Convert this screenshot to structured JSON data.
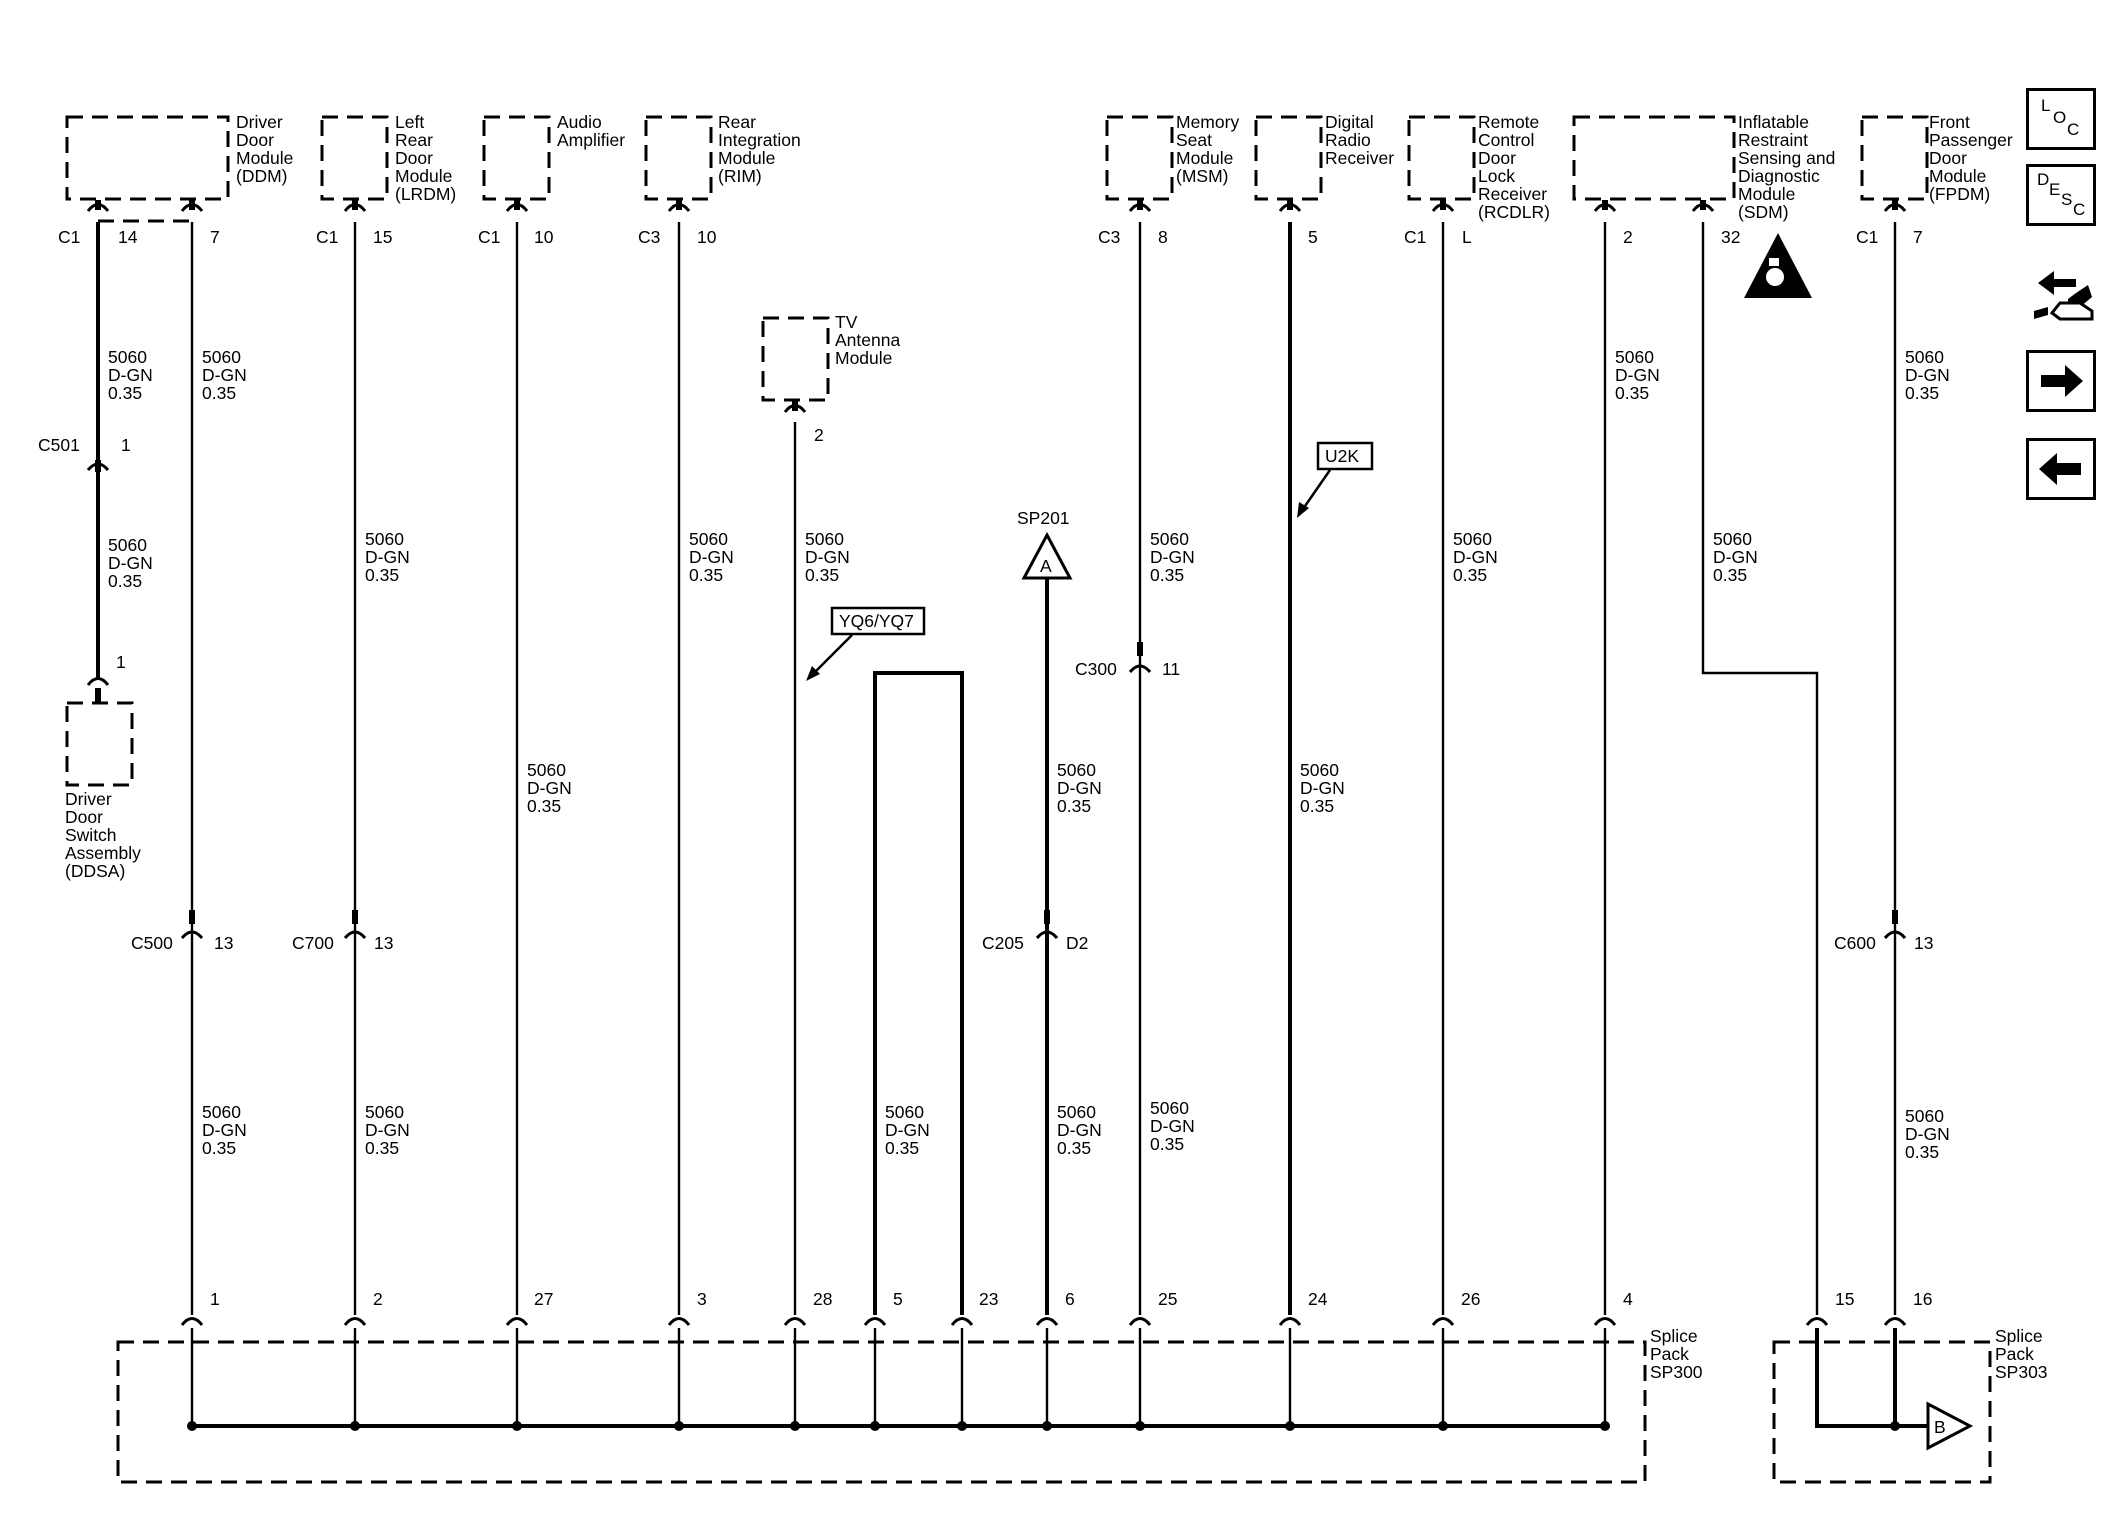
{
  "components": {
    "ddm": [
      "Driver",
      "Door",
      "Module",
      "(DDM)"
    ],
    "lrdm": [
      "Left",
      "Rear",
      "Door",
      "Module",
      "(LRDM)"
    ],
    "audio": [
      "Audio",
      "Amplifier"
    ],
    "rim": [
      "Rear",
      "Integration",
      "Module",
      "(RIM)"
    ],
    "tv": [
      "TV",
      "Antenna",
      "Module"
    ],
    "msm": [
      "Memory",
      "Seat",
      "Module",
      "(MSM)"
    ],
    "drr": [
      "Digital",
      "Radio",
      "Receiver"
    ],
    "rcdlr": [
      "Remote",
      "Control",
      "Door",
      "Lock",
      "Receiver",
      "(RCDLR)"
    ],
    "sdm": [
      "Inflatable",
      "Restraint",
      "Sensing and",
      "Diagnostic",
      "Module",
      "(SDM)"
    ],
    "fpdm": [
      "Front",
      "Passenger",
      "Door",
      "Module",
      "(FPDM)"
    ],
    "ddsa": [
      "Driver",
      "Door",
      "Switch",
      "Assembly",
      "(DDSA)"
    ],
    "sp300": [
      "Splice",
      "Pack",
      "SP300"
    ],
    "sp303": [
      "Splice",
      "Pack",
      "SP303"
    ]
  },
  "connectors": {
    "ddm_c1": "C1",
    "ddm_p14": "14",
    "ddm_p7": "7",
    "lrdm_c1": "C1",
    "lrdm_p15": "15",
    "audio_c1": "C1",
    "audio_p10": "10",
    "rim_c3": "C3",
    "rim_p10": "10",
    "tv_p2": "2",
    "msm_c3": "C3",
    "msm_p8": "8",
    "drr_p5": "5",
    "rcdlr_c1": "C1",
    "rcdlr_pl": "L",
    "sdm_p2": "2",
    "sdm_p32": "32",
    "fpdm_c1": "C1",
    "fpdm_p7": "7",
    "c501": "C501",
    "c501_p1": "1",
    "ddsa_p1": "1",
    "c500": "C500",
    "c500_p13": "13",
    "c700": "C700",
    "c700_p13": "13",
    "c205": "C205",
    "c205_pd2": "D2",
    "c300": "C300",
    "c300_p11": "11",
    "c600": "C600",
    "c600_p13": "13",
    "sp201": "SP201",
    "sp201_a": "A",
    "offpage_b": "B"
  },
  "splice_pins": {
    "p1": "1",
    "p2": "2",
    "p27": "27",
    "p3": "3",
    "p28": "28",
    "p5": "5",
    "p23": "23",
    "p6": "6",
    "p25": "25",
    "p24": "24",
    "p26": "26",
    "p4": "4",
    "p15": "15",
    "p16": "16"
  },
  "wire_label": [
    "5060",
    "D-GN",
    "0.35"
  ],
  "option_labels": {
    "yq6": "YQ6/YQ7",
    "u2k": "U2K"
  },
  "nav": {
    "loc": [
      "L",
      "O",
      "C"
    ],
    "desc": [
      "D",
      "E",
      "S",
      "C"
    ],
    "icons": [
      "connector-swap-icon",
      "arrow-right-icon",
      "arrow-left-icon"
    ]
  }
}
